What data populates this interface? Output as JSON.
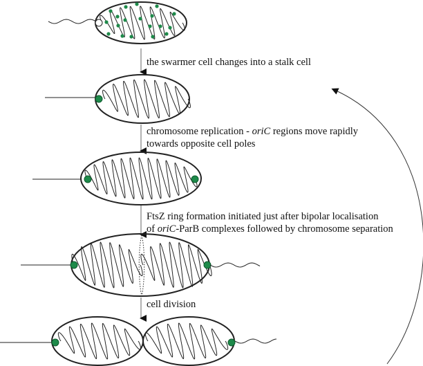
{
  "steps": [
    {
      "text": "the swarmer cell changes into a stalk cell"
    },
    {
      "line1": "chromosome replication - ",
      "line1_italic": "oriC",
      "line1_rest": " regions move rapidly",
      "line2": "towards opposite cell poles"
    },
    {
      "line1": "FtsZ ring formation initiated just after bipolar localisation",
      "line2_pre": "of ",
      "line2_italic": "oriC",
      "line2_rest": "-ParB complexes followed by chromosome separation"
    },
    {
      "text": "cell division"
    }
  ],
  "colors": {
    "marker": "#1e8a4a",
    "line": "#222222"
  }
}
